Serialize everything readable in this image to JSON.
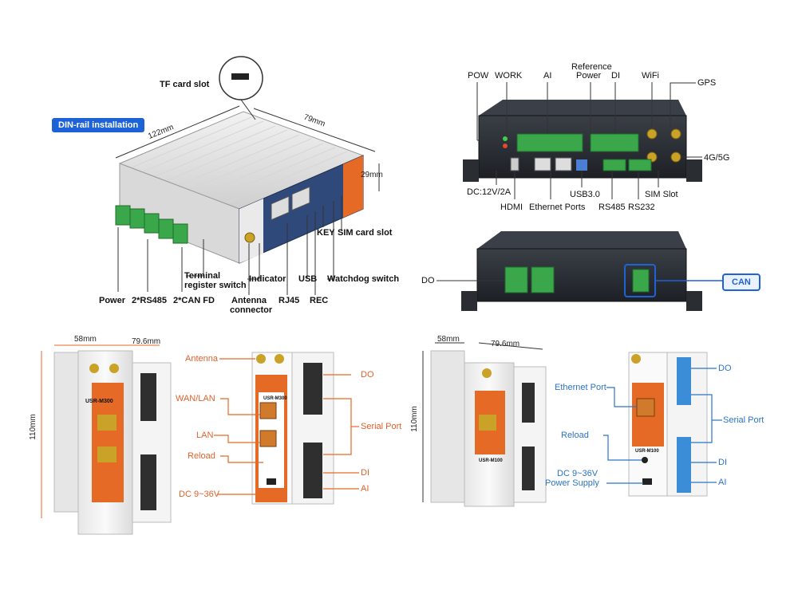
{
  "q1": {
    "badge": "DIN-rail installation",
    "tf_card_slot": "TF card slot",
    "dim_length": "122mm",
    "dim_width": "79mm",
    "dim_height": "29mm",
    "labels": {
      "power": "Power",
      "rs485": "2*RS485",
      "can_fd": "2*CAN FD",
      "terminal": "Terminal",
      "register_switch": "register switch",
      "antenna": "Antenna",
      "connector": "connector",
      "indicator": "Indicator",
      "rj45": "RJ45",
      "usb": "USB",
      "rec": "REC",
      "key": "KEY",
      "watchdog": "Watchdog switch",
      "sim": "SIM card slot"
    }
  },
  "q2": {
    "top": {
      "pow": "POW",
      "work": "WORK",
      "ai": "AI",
      "reference": "Reference",
      "power": "Power",
      "di": "DI",
      "wifi": "WiFi",
      "gps": "GPS"
    },
    "right": {
      "lte": "4G/5G"
    },
    "bottom": {
      "dc": "DC:12V/2A",
      "hdmi": "HDMI",
      "ethernet": "Ethernet Ports",
      "usb3": "USB3.0",
      "rs485": "RS485",
      "rs232": "RS232",
      "sim": "SIM Slot"
    },
    "do": "DO",
    "can": "CAN"
  },
  "q3": {
    "dim_top1": "58mm",
    "dim_top2": "79.6mm",
    "dim_side": "110mm",
    "model": "USR-M300",
    "left": {
      "antenna": "Antenna",
      "wan_lan": "WAN/LAN",
      "lan": "LAN",
      "reload": "Reload",
      "dc": "DC 9~36V"
    },
    "right": {
      "do": "DO",
      "serial": "Serial Port",
      "di": "DI",
      "ai": "AI"
    }
  },
  "q4": {
    "dim_top1": "58mm",
    "dim_top2": "79.6mm",
    "dim_side": "110mm",
    "model": "USR-M100",
    "left": {
      "ethernet": "Ethernet Port",
      "reload": "Reload",
      "dc1": "DC 9~36V",
      "dc2": "Power Supply"
    },
    "right": {
      "do": "DO",
      "serial": "Serial Port",
      "di": "DI",
      "ai": "AI"
    }
  }
}
